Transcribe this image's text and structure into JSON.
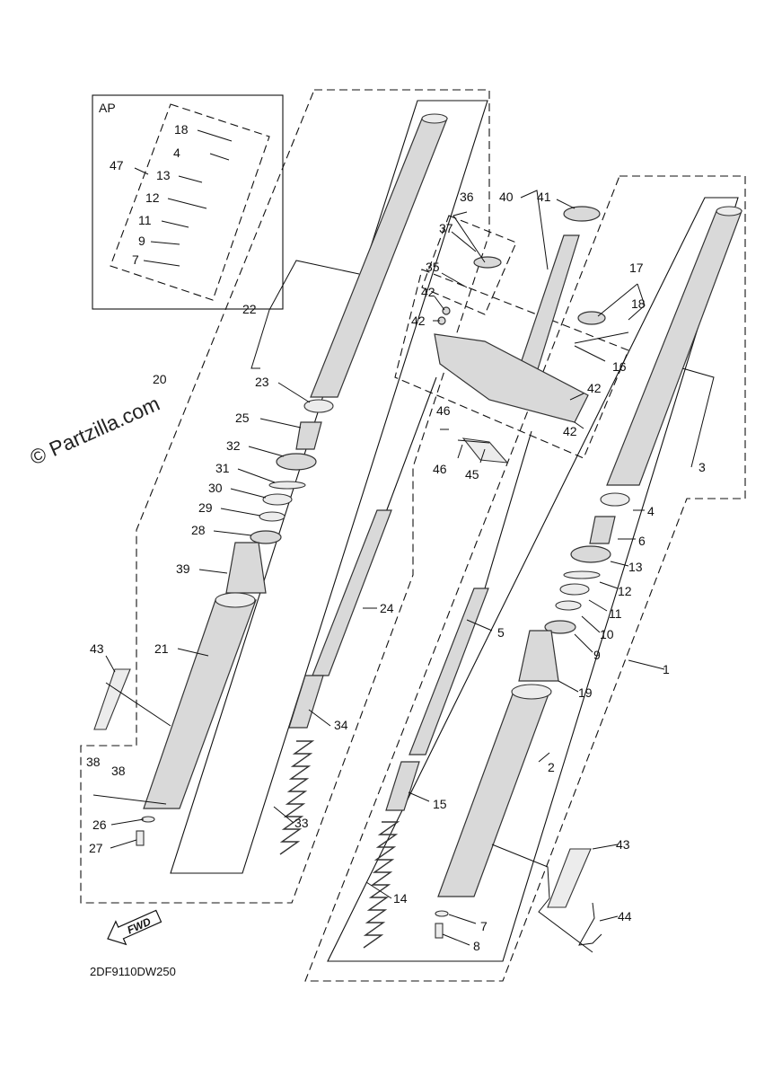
{
  "watermark": "© Partzilla.com",
  "diagram_code": "2DF9110DW250",
  "ap_label": "AP",
  "fwd_label": "FWD",
  "callouts": {
    "c1": "1",
    "c2": "2",
    "c3": "3",
    "c4a": "4",
    "c4b": "4",
    "c5": "5",
    "c6": "6",
    "c7a": "7",
    "c7b": "7",
    "c8": "8",
    "c9a": "9",
    "c9b": "9",
    "c10": "10",
    "c11a": "11",
    "c11b": "11",
    "c12a": "12",
    "c12b": "12",
    "c13a": "13",
    "c13b": "13",
    "c14": "14",
    "c15": "15",
    "c16": "16",
    "c17": "17",
    "c18a": "18",
    "c18b": "18",
    "c19": "19",
    "c20": "20",
    "c21": "21",
    "c22": "22",
    "c23": "23",
    "c24": "24",
    "c25": "25",
    "c26": "26",
    "c27": "27",
    "c28": "28",
    "c29": "29",
    "c30": "30",
    "c31": "31",
    "c32": "32",
    "c33": "33",
    "c34": "34",
    "c35": "35",
    "c36": "36",
    "c37": "37",
    "c38a": "38",
    "c38b": "38",
    "c39": "39",
    "c40": "40",
    "c41": "41",
    "c42a": "42",
    "c42b": "42",
    "c42c": "42",
    "c42d": "42",
    "c43a": "43",
    "c43b": "43",
    "c44": "44",
    "c45": "45",
    "c46a": "46",
    "c46b": "46",
    "c47": "47"
  }
}
